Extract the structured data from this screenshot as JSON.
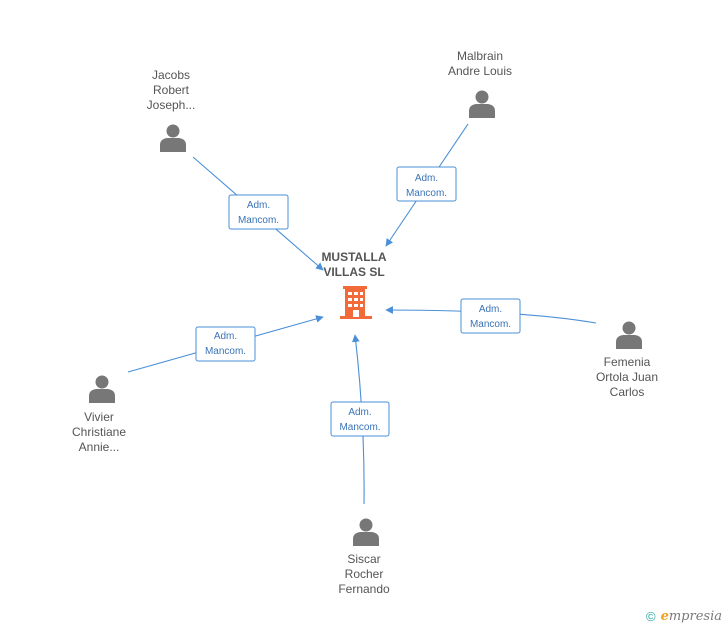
{
  "company": {
    "name_lines": [
      "MUSTALLA",
      "VILLAS SL"
    ],
    "icon": "building-icon",
    "color": "#f26a3a"
  },
  "people": [
    {
      "id": "jacobs",
      "name_lines": [
        "Jacobs",
        "Robert",
        "Joseph..."
      ],
      "icon": "person-icon",
      "role_lines": [
        "Adm.",
        "Mancom."
      ]
    },
    {
      "id": "malbrain",
      "name_lines": [
        "Malbrain",
        "Andre Louis"
      ],
      "icon": "person-icon",
      "role_lines": [
        "Adm.",
        "Mancom."
      ]
    },
    {
      "id": "vivier",
      "name_lines": [
        "Vivier",
        "Christiane",
        "Annie..."
      ],
      "icon": "person-icon",
      "role_lines": [
        "Adm.",
        "Mancom."
      ]
    },
    {
      "id": "femenia",
      "name_lines": [
        "Femenia",
        "Ortola Juan",
        "Carlos"
      ],
      "icon": "person-icon",
      "role_lines": [
        "Adm.",
        "Mancom."
      ]
    },
    {
      "id": "siscar",
      "name_lines": [
        "Siscar",
        "Rocher",
        "Fernando"
      ],
      "icon": "person-icon",
      "role_lines": [
        "Adm.",
        "Mancom."
      ]
    }
  ],
  "edge_color": "#4a8fd8",
  "brand": {
    "copyright": "©",
    "initial": "e",
    "rest": "mpresia"
  }
}
